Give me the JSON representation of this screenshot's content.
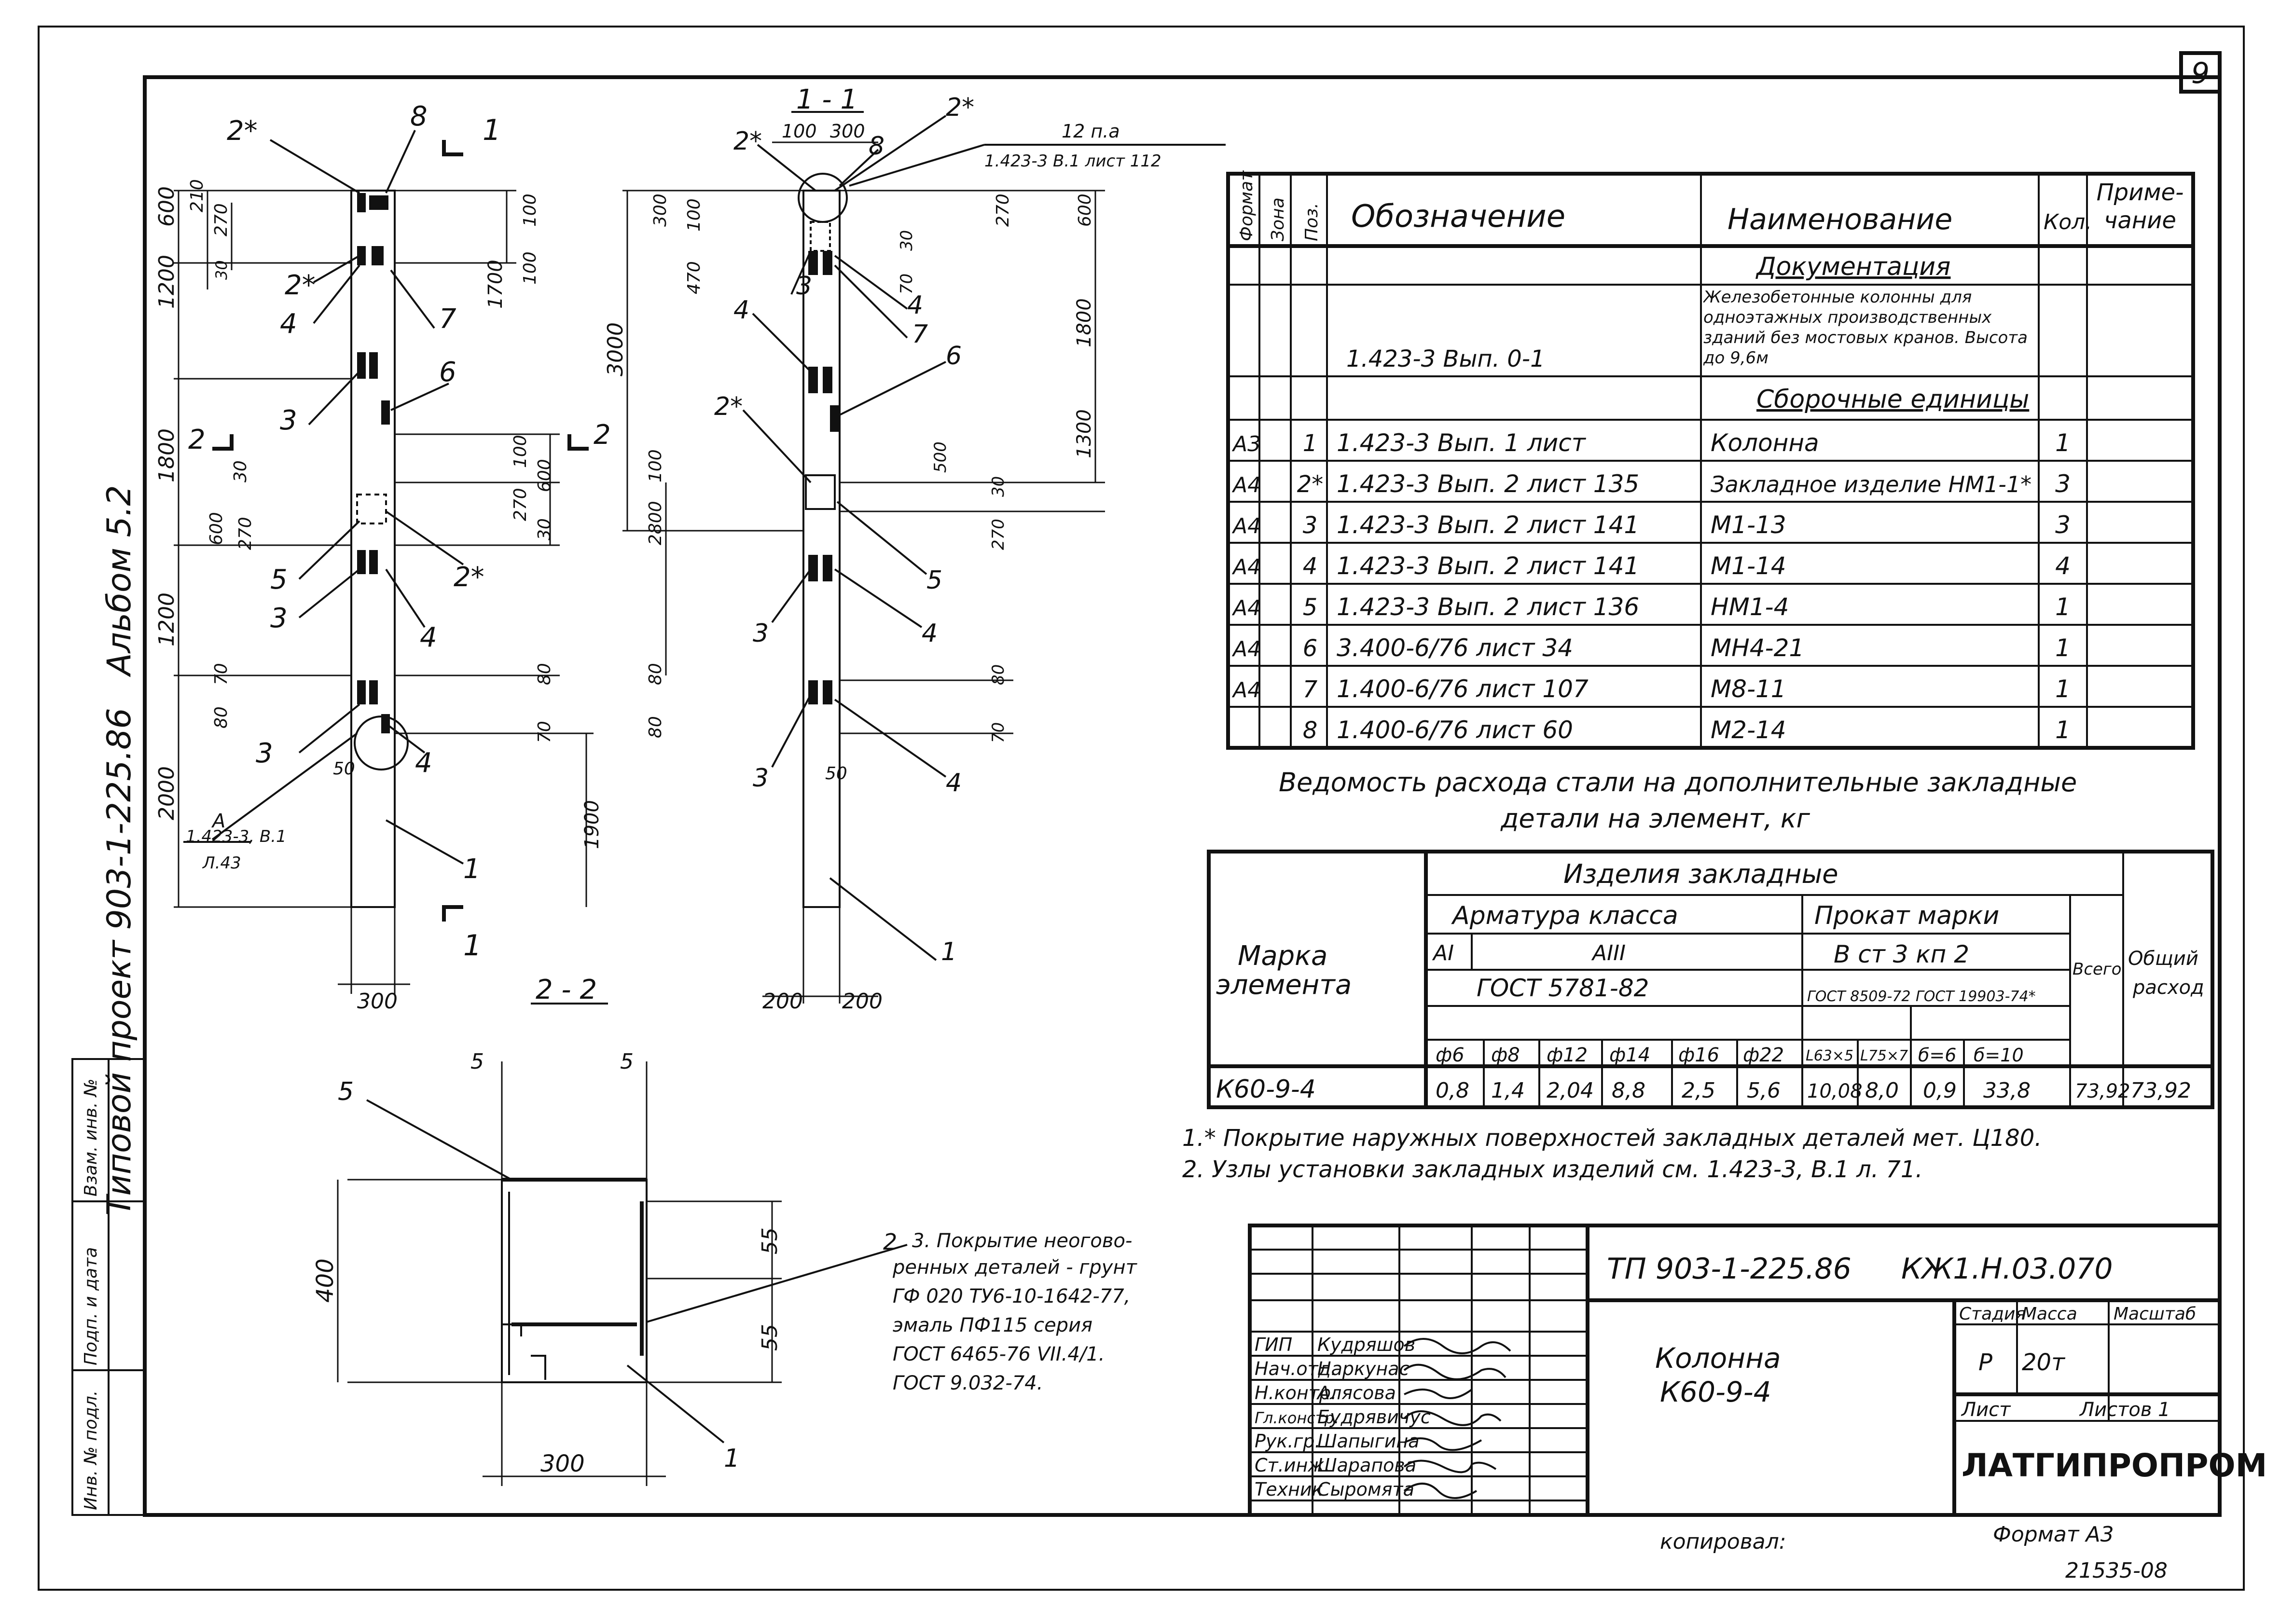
{
  "sheet": {
    "number": "9",
    "album_side": "Альбом 5.2",
    "project_side": "Типовой проект 903-1-225.86",
    "copied_by": "копировал:",
    "format": "Формат А3",
    "stamp_number": "21535-08"
  },
  "left_stamp": {
    "fields": [
      "Инв. № подл.",
      "Подп. и дата",
      "Взам. инв. №"
    ]
  },
  "view_1": {
    "section_mark": "1",
    "section_2": "2",
    "marks": [
      "2*",
      "8",
      "2*",
      "4",
      "7",
      "3",
      "6",
      "5",
      "2*",
      "3",
      "4",
      "3",
      "4",
      "1"
    ],
    "dims_left": [
      "600",
      "1200",
      "1800",
      "1200",
      "2000"
    ],
    "dims_small": [
      "210",
      "270",
      "30",
      "30",
      "30",
      "270",
      "600",
      "30",
      "70",
      "80",
      "50"
    ],
    "dims_right": [
      "100",
      "1700",
      "100",
      "100",
      "600",
      "270",
      "30",
      "80",
      "70",
      "1900"
    ],
    "bottom": "300",
    "node_ref": [
      "А",
      "1.423-3, В.1",
      "Л.43"
    ]
  },
  "view_section_1_1": {
    "title": "1 - 1",
    "top_dims": [
      "100",
      "300"
    ],
    "marks": [
      "2*",
      "2*",
      "8",
      "3",
      "4",
      "7",
      "4",
      "6",
      "2*",
      "5",
      "3",
      "4",
      "3",
      "4",
      "1"
    ],
    "top_ref": [
      "12 п.а",
      "1.423-3 В.1 лист 112"
    ],
    "dims_left": [
      "300",
      "100",
      "470",
      "3000",
      "100",
      "2800",
      "80",
      "80"
    ],
    "dims_right": [
      "270",
      "30",
      "70",
      "600",
      "1800",
      "500",
      "1300",
      "30",
      "270",
      "80",
      "70"
    ],
    "bottom": [
      "200",
      "200"
    ],
    "small": "50"
  },
  "section_2_2": {
    "title": "2 - 2",
    "dims": [
      "5",
      "5",
      "55",
      "55",
      "400",
      "300"
    ],
    "marks": [
      "5",
      "1"
    ],
    "note_ref": "2"
  },
  "spec_table": {
    "headers": [
      "Формат",
      "Зона",
      "Поз.",
      "Обозначение",
      "Наименование",
      "Кол.",
      "Приме-чание"
    ],
    "section_docs": "Документация",
    "doc_row": {
      "designation": "1.423-3 Вып. 0-1",
      "name": "Железобетонные колонны для одноэтажных производственных зданий без мостовых кранов. Высота до 9,6м"
    },
    "section_assembly": "Сборочные единицы",
    "rows": [
      {
        "fmt": "А3",
        "pos": "1",
        "designation": "1.423-3 Вып. 1 лист",
        "name": "Колонна",
        "qty": "1"
      },
      {
        "fmt": "А4",
        "pos": "2*",
        "designation": "1.423-3 Вып. 2 лист 135",
        "name": "Закладное изделие НМ1-1*",
        "qty": "3"
      },
      {
        "fmt": "А4",
        "pos": "3",
        "designation": "1.423-3 Вып. 2 лист 141",
        "name": "М1-13",
        "qty": "3"
      },
      {
        "fmt": "А4",
        "pos": "4",
        "designation": "1.423-3 Вып. 2 лист 141",
        "name": "М1-14",
        "qty": "4"
      },
      {
        "fmt": "А4",
        "pos": "5",
        "designation": "1.423-3 Вып. 2 лист 136",
        "name": "НМ1-4",
        "qty": "1"
      },
      {
        "fmt": "А4",
        "pos": "6",
        "designation": "3.400-6/76 лист 34",
        "name": "МН4-21",
        "qty": "1"
      },
      {
        "fmt": "А4",
        "pos": "7",
        "designation": "1.400-6/76 лист 107",
        "name": "М8-11",
        "qty": "1"
      },
      {
        "fmt": "",
        "pos": "8",
        "designation": "1.400-6/76 лист 60",
        "name": "М2-14",
        "qty": "1"
      }
    ]
  },
  "steel_table": {
    "title_line1": "Ведомость расхода стали на дополнительные закладные",
    "title_line2": "детали на элемент, кг",
    "h_mark": "Марка элемента",
    "h_embedded": "Изделия закладные",
    "h_rebar": "Арматура класса",
    "h_rolled": "Прокат марки",
    "h_at": "AI",
    "h_aiii": "AIII",
    "h_gost_rebar": "ГОСТ 5781-82",
    "h_grade": "В ст 3 кп 2",
    "h_gost1": "ГОСТ 8509-72",
    "h_gost2": "ГОСТ 19903-74*",
    "h_total": "Всего",
    "h_overall": "Общий расход",
    "cols": [
      "ф6",
      "ф8",
      "ф12",
      "ф14",
      "ф16",
      "ф22",
      "L63×5",
      "L75×7",
      "б=6",
      "б=10"
    ],
    "row": {
      "mark": "К60-9-4",
      "values": [
        "0,8",
        "1,4",
        "2,04",
        "8,8",
        "2,5",
        "5,6",
        "10,08",
        "8,0",
        "0,9",
        "33,8"
      ],
      "total": "73,92",
      "overall": "73,92"
    }
  },
  "notes": {
    "n1": "1.* Покрытие наружных поверхностей закладных деталей мет. Ц180.",
    "n2": "2. Узлы установки закладных изделий см. 1.423-3, В.1 л. 71.",
    "n3": [
      "3. Покрытие неогово-",
      "ренных деталей - грунт",
      "ГФ 020 ТУ6-10-1642-77,",
      "эмаль ПФ115 серия",
      "ГОСТ 6465-76 VII.4/1.",
      "ГОСТ 9.032-74."
    ]
  },
  "title_block": {
    "code": "ТП 903-1-225.86",
    "doc": "КЖ1.Н.03.070",
    "name_line1": "Колонна",
    "name_line2": "К60-9-4",
    "stage_label": "Стадия",
    "mass_label": "Масса",
    "scale_label": "Масштаб",
    "stage": "Р",
    "mass": "20т",
    "sheet_label": "Лист",
    "sheets_label": "Листов 1",
    "org": "ЛАТГИПРОПРОМ",
    "roles": [
      {
        "role": "ГИП",
        "name": "Кудряшов"
      },
      {
        "role": "Нач.отд.",
        "name": "Наркунас"
      },
      {
        "role": "Н.контр.",
        "name": "Алясова"
      },
      {
        "role": "Гл.констр.",
        "name": "Будрявичус"
      },
      {
        "role": "Рук.гр.",
        "name": "Шапыгина"
      },
      {
        "role": "Ст.инж.",
        "name": "Шарапова"
      },
      {
        "role": "Техник",
        "name": "Сыромята"
      }
    ]
  }
}
